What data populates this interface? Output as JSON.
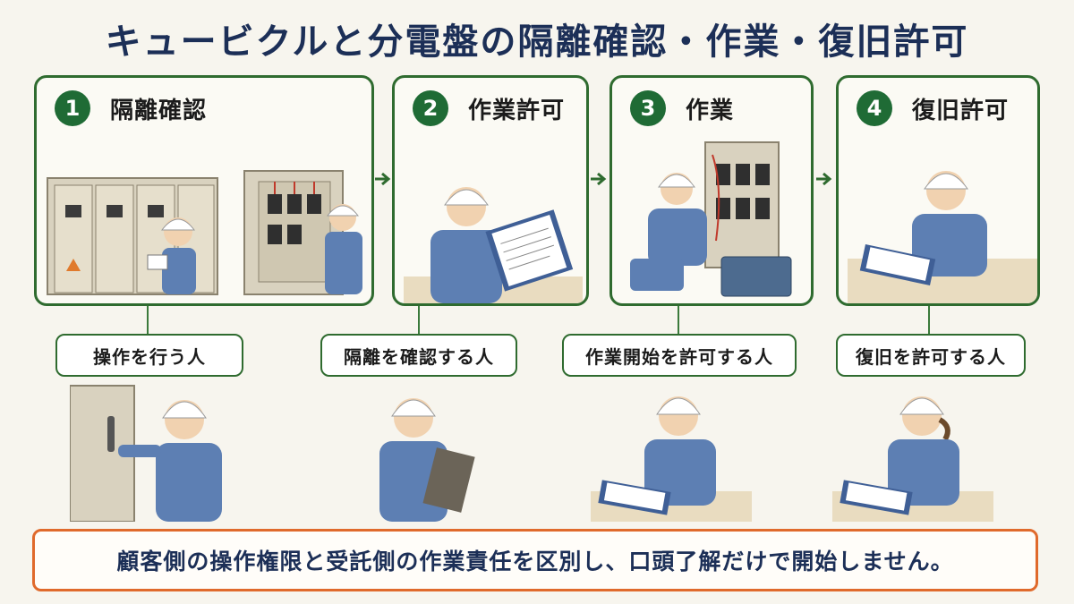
{
  "title": "キュービクルと分電盤の隔離確認・作業・復旧許可",
  "colors": {
    "accent_green": "#1f6b35",
    "title_navy": "#1c2f57",
    "note_orange": "#e06a2c",
    "uniform_blue": "#5d7fb3"
  },
  "steps": [
    {
      "number": "1",
      "label": "隔離確認"
    },
    {
      "number": "2",
      "label": "作業許可"
    },
    {
      "number": "3",
      "label": "作業"
    },
    {
      "number": "4",
      "label": "復旧許可"
    }
  ],
  "roles": [
    {
      "label": "操作を行う人"
    },
    {
      "label": "隔離を確認する人"
    },
    {
      "label": "作業開始を許可する人"
    },
    {
      "label": "復旧を許可する人"
    }
  ],
  "note": "顧客側の操作権限と受託側の作業責任を区別し、口頭了解だけで開始しません。"
}
